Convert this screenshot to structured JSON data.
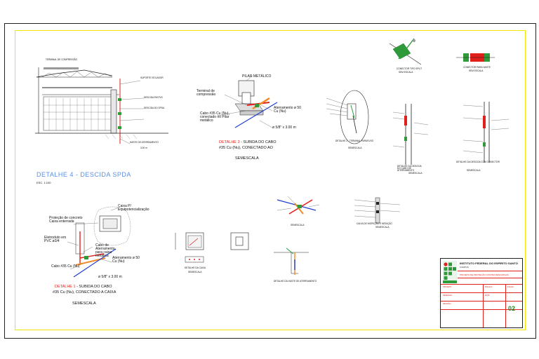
{
  "drawing": {
    "background": "#ffffff",
    "accent_yellow": "#f2e600",
    "accent_red": "#e0201b",
    "accent_blue": "#5a8ee6",
    "accent_green": "#2e9a3a"
  },
  "detail4": {
    "title": "DETALHE 4 - DESCIDA SPDA",
    "scale": "ESC. 1:100",
    "labels": [
      "TERMINAL DE COMPRESSÃO",
      "SUPORTE ISOLADOR",
      "DESCIDA EM PVC",
      "DESCIDA DO SPDA",
      "HASTE DE ATERRAMENTO",
      "3.00 m"
    ]
  },
  "detail3": {
    "label_pilar": "PILAR METÁLICO",
    "label_terminal": "Terminal de compressão",
    "label_cabo": "Cabo #35 Cu (Nu), conectado no Pilar metálico",
    "label_aterr": "Aterramento ø 50 Cu (Nu)",
    "label_haste": "ø 5/8\" x 3.00 m",
    "title_red": "DETALHE 3",
    "title_rest": " - SUBIDA DO CABO",
    "subtitle": "#35 Cu (Nu), CONECTADO AO",
    "semescala": "SEMESCALA"
  },
  "detail1": {
    "label_caixa": "Caixa P/ Equipotencialização",
    "label_protecao": "Proteção de concreto Caixa enterrada",
    "label_eletroduto": "Eletroduto em PVC ø3/4",
    "label_cabo_aterr": "Cabo de Aterramento, para caixa metálica",
    "label_cabo35": "Cabo #35 Cu (Nu)",
    "label_aterr": "Aterramento ø 50 Cu (Nu)",
    "label_haste": "ø 5/8\" x 3.00 m",
    "title_red": "DETALHE 1",
    "title_rest": " - SUBIDA DO CABO",
    "subtitle": "#35 Cu (Nu), CONECTADO A CAIXA",
    "semescala": "SEMESCALA"
  },
  "small_details": {
    "caixa_label": "DETALHE DA CAIXA",
    "caixa_scale": "SEMESCALA",
    "aterr_label": "DETALHE DA HASTE DE ATERRAMENTO",
    "conector_label": "CONECTOR TIPO SPLIT",
    "conector_scale": "SEM ESCALA",
    "conector2_label": "CONECTOR PARA HASTE",
    "conector2_scale": "SEM ESCALA",
    "terminal_label": "DETALHE 2 - TERMINAL PARAFUSO",
    "terminal_scale": "SEMESCALA",
    "descida1_label": "DETALHE DA DESCIDA DO CABO DE ATERRAMENTO",
    "descida1_scale": "SEMESCALA",
    "descida2_label": "DETALHE DA DESCIDA COM CONECTOR",
    "descida2_scale": "SEMESCALA",
    "cruz_scale": "SEMESCALA",
    "medicao_label": "CAIXA DE INSPEÇÃO E MEDIÇÃO",
    "medicao_scale": "SEMESCALA"
  },
  "title_block": {
    "institution": "INSTITUTO FEDERAL DO ESPÍRITO SANTO",
    "campus": "CAMPUS",
    "project": "PROJETO DE PROTEÇÃO CONTRA DESCARGAS",
    "sheet_number": "02",
    "cells": [
      "PROJETO:",
      "DESENHO:",
      "ESCALA:",
      "DATA:",
      "FOLHA:",
      "REVISÃO"
    ]
  }
}
